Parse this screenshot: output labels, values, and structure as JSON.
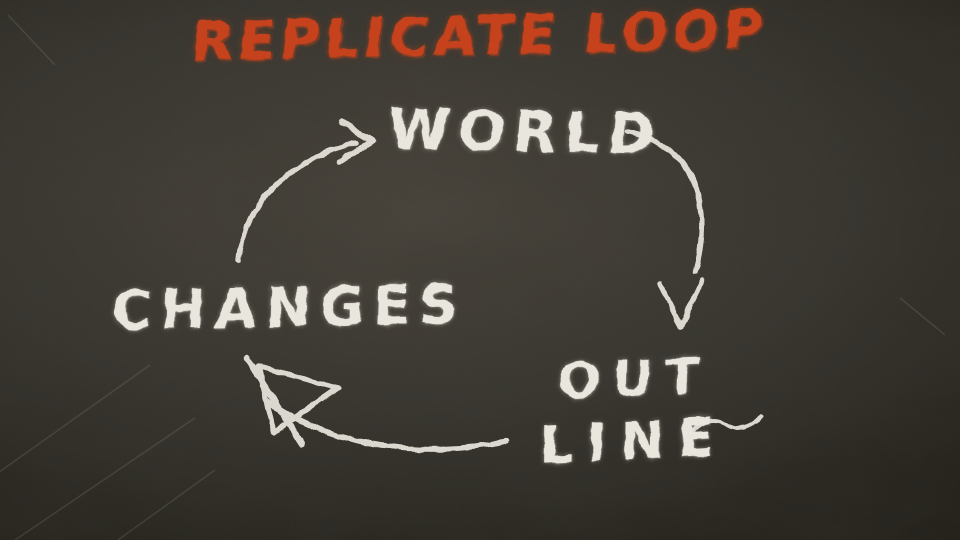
{
  "board": {
    "title": "REPLICATE LOOP"
  },
  "colors": {
    "title_chalk_red": "#c5421d",
    "white_chalk": "#e9e6de",
    "board_background": "#36332d"
  },
  "diagram": {
    "type": "cycle",
    "nodes": [
      {
        "id": "world",
        "label": "WORLD"
      },
      {
        "id": "changes",
        "label": "CHANGES"
      },
      {
        "id": "out-line",
        "label": "OUT LINE",
        "line1": "OUT",
        "line2": "LINE"
      }
    ],
    "edges": [
      {
        "from": "changes",
        "to": "world"
      },
      {
        "from": "world",
        "to": "out-line"
      },
      {
        "from": "out-line",
        "to": "changes"
      }
    ]
  }
}
